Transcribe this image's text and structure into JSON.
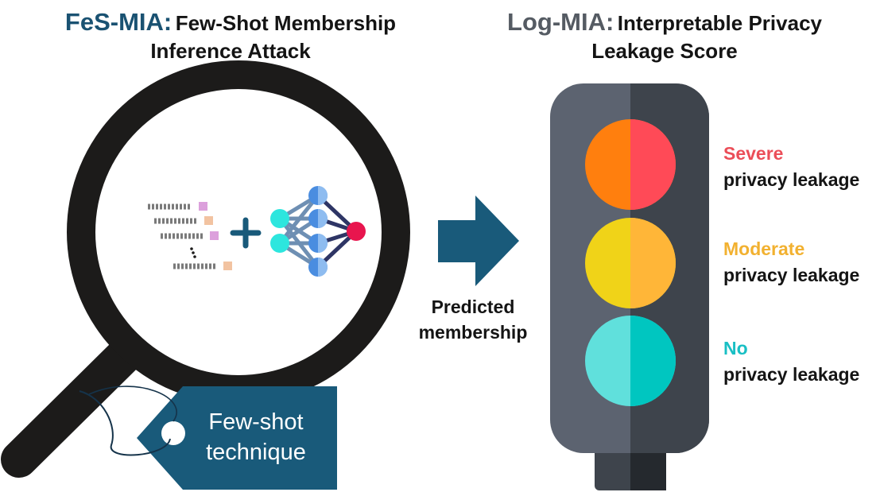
{
  "colors": {
    "title_left_accent": "#1a5272",
    "title_right_accent": "#555b63",
    "lens_frame": "#1c1b1a",
    "arrow": "#195a7a",
    "tag": "#195a7a",
    "traffic_body_light": "#5c6370",
    "traffic_body_dark": "#3e444c",
    "light_red": "#ff4a57",
    "light_orange": "#ff7f0e",
    "light_yellow": "#f0d318",
    "light_amber": "#ffb638",
    "light_cyan": "#00c6c0",
    "light_cyan_pale": "#60e0dc",
    "severe_text": "#eb4e58",
    "moderate_text": "#f2b130",
    "no_text": "#19bfc4"
  },
  "left_title": {
    "accent": "FeS-MIA:",
    "line1": "Few-Shot Membership",
    "line2": "Inference Attack"
  },
  "right_title": {
    "accent": "Log-MIA:",
    "line1": "Interpretable Privacy",
    "line2": "Leakage Score"
  },
  "tag": {
    "line1": "Few-shot",
    "line2": "technique"
  },
  "arrow_caption": {
    "line1": "Predicted",
    "line2": "membership"
  },
  "levels": [
    {
      "word": "Severe",
      "label": "privacy leakage"
    },
    {
      "word": "Moderate",
      "label": "privacy leakage"
    },
    {
      "word": "No",
      "label": "privacy leakage"
    }
  ],
  "icons": [
    "magnifying-glass-icon",
    "neural-network-icon",
    "plus-icon",
    "arrow-right-icon",
    "tag-icon",
    "traffic-light-icon"
  ]
}
